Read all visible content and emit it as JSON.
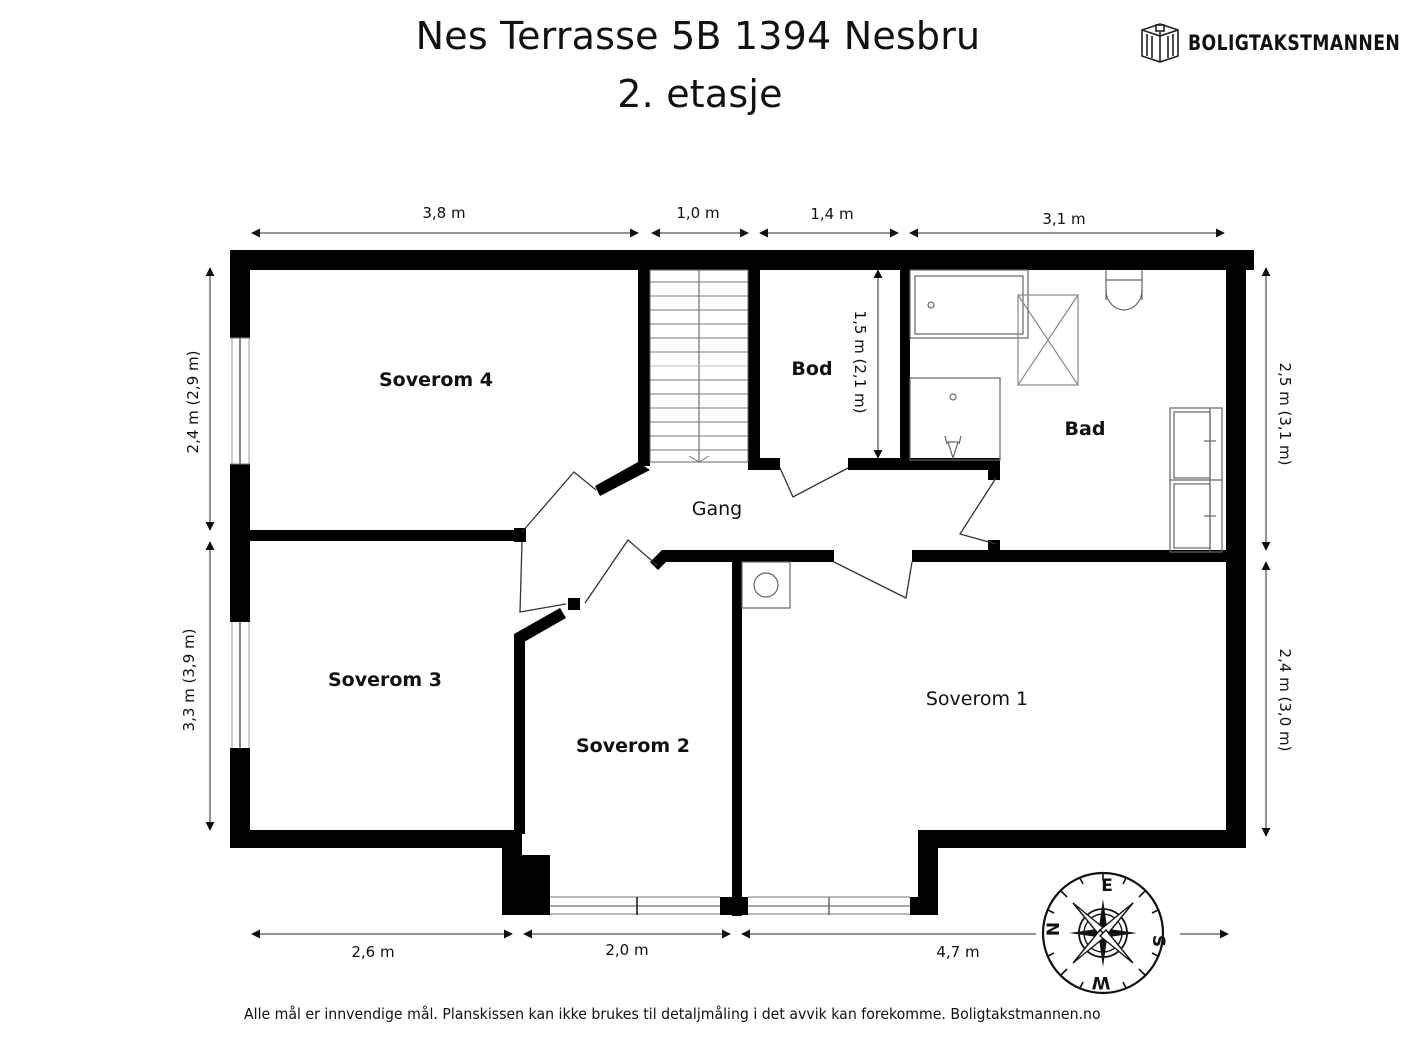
{
  "header": {
    "title": "Nes Terrasse 5B 1394 Nesbru",
    "subtitle": "2. etasje"
  },
  "logo": {
    "icon": "building-logo-icon",
    "text": "BOLIGTAKSTMANNEN"
  },
  "rooms": {
    "soverom4": "Soverom 4",
    "soverom3": "Soverom 3",
    "soverom2": "Soverom 2",
    "soverom1": "Soverom 1",
    "bod": "Bod",
    "bad": "Bad",
    "gang": "Gang"
  },
  "dimensions": {
    "top": [
      "3,8 m",
      "1,0 m",
      "1,4 m",
      "3,1 m"
    ],
    "bottom": [
      "2,6 m",
      "2,0 m",
      "4,7 m"
    ],
    "left": [
      "2,4 m (2,9 m)",
      "3,3 m (3,9 m)"
    ],
    "right": [
      "2,5 m (3,1 m)",
      "2,4 m (3,0 m)"
    ],
    "bod_height": "1,5 m (2,1 m)"
  },
  "compass": {
    "icon": "compass-rose-icon",
    "labels": {
      "top": "E",
      "right": "S",
      "bottom": "W",
      "left": "N"
    }
  },
  "footer": {
    "disclaimer": "Alle mål er innvendige mål. Planskissen kan ikke brukes til detaljmåling i det avvik kan forekomme. Boligtakstmannen.no"
  },
  "colors": {
    "wall": "#000000",
    "dimension_line": "#555555",
    "fixture_line": "#777777",
    "background": "#ffffff"
  }
}
